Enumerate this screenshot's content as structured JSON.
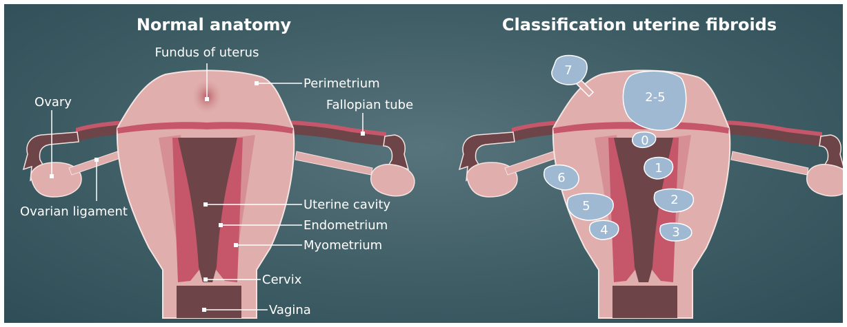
{
  "titles": {
    "left": "Normal anatomy",
    "right": "Classification uterine fibroids"
  },
  "labels": {
    "fundus": "Fundus of uterus",
    "perimetrium": "Perimetrium",
    "ovary": "Ovary",
    "fallopian_tube": "Fallopian tube",
    "ovarian_ligament": "Ovarian ligament",
    "uterine_cavity": "Uterine cavity",
    "endometrium": "Endometrium",
    "myometrium": "Myometrium",
    "cervix": "Cervix",
    "vagina": "Vagina"
  },
  "fibroids": [
    "7",
    "2-5",
    "0",
    "1",
    "6",
    "2",
    "5",
    "4",
    "3"
  ],
  "colors": {
    "background": "#3f5d65",
    "outer_tissue": "#e0afad",
    "myometrium": "#d78f96",
    "endometrium": "#c6576a",
    "cavity": "#6d4447",
    "fibroid": "#9fb9d3"
  }
}
